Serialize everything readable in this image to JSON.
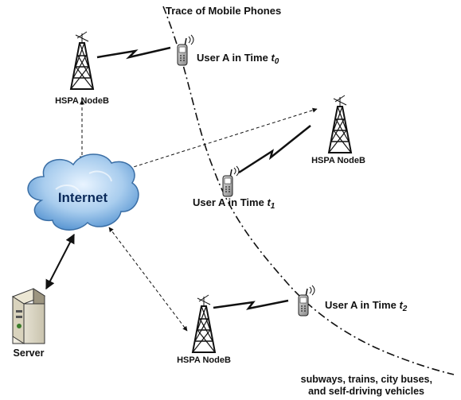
{
  "trace": {
    "title": "Trace of Mobile Phones"
  },
  "users": [
    {
      "prefix": "User A in Time ",
      "var": "t",
      "sub": "0"
    },
    {
      "prefix": "User A in Time ",
      "var": "t",
      "sub": "1"
    },
    {
      "prefix": "User A in Time ",
      "var": "t",
      "sub": "2"
    }
  ],
  "nodes": {
    "top_left": "HSPA NodeB",
    "top_right": "HSPA NodeB",
    "bottom": "HSPA NodeB"
  },
  "cloud": {
    "label": "Internet"
  },
  "server": {
    "label": "Server"
  },
  "vehicles": {
    "line1": "subways, trains, city buses,",
    "line2": "and self-driving vehicles"
  }
}
